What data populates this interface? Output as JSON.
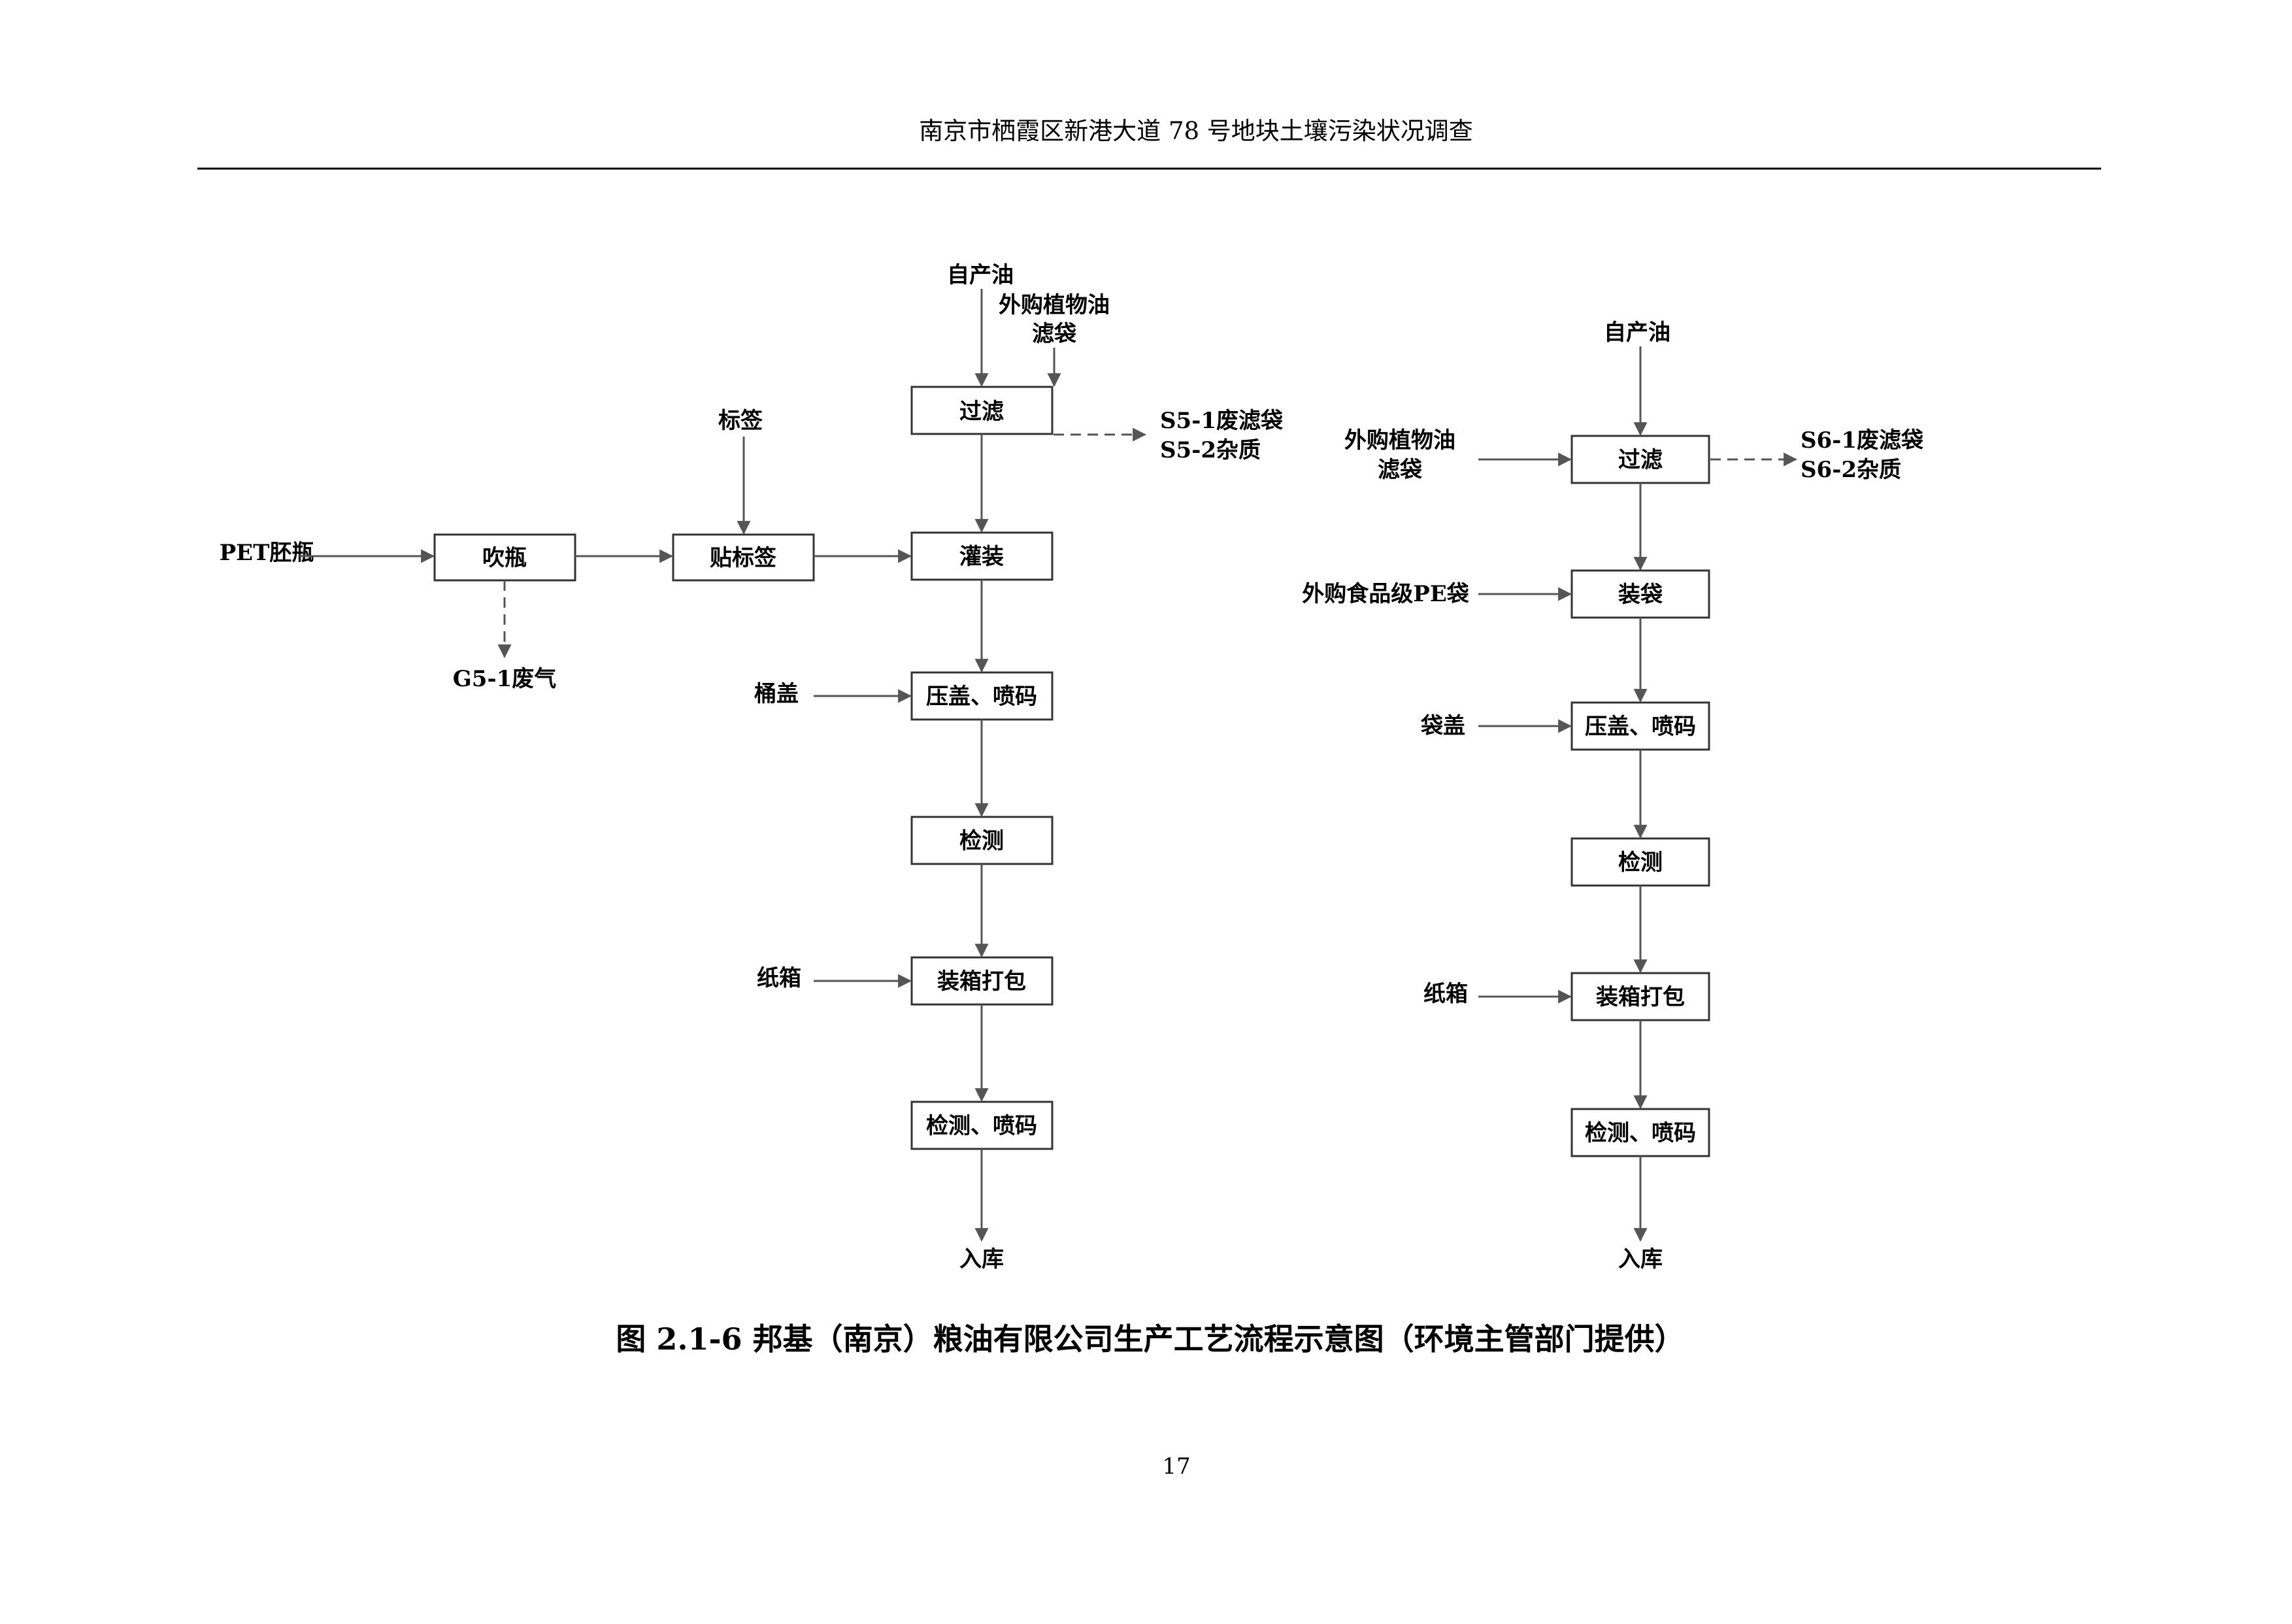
{
  "header": {
    "title": "南京市栖霞区新港大道 78 号地块土壤污染状况调查"
  },
  "left_flow": {
    "inputs": {
      "self_oil": "自产油",
      "bought_oil": "外购植物油",
      "filter_bag": "滤袋",
      "label": "标签",
      "preform": "PET胚瓶",
      "barrel_cap": "桶盖",
      "carton": "纸箱"
    },
    "boxes": {
      "filter": "过滤",
      "blow": "吹瓶",
      "labeling": "贴标签",
      "filling": "灌装",
      "capping": "压盖、喷码",
      "inspect": "检测",
      "packing": "装箱打包",
      "inspect_code": "检测、喷码"
    },
    "outputs": {
      "waste_bag": "S5-1废滤袋",
      "impurity": "S5-2杂质",
      "gas": "G5-1废气",
      "storage": "入库"
    }
  },
  "right_flow": {
    "inputs": {
      "self_oil": "自产油",
      "bought_oil": "外购植物油",
      "filter_bag": "滤袋",
      "pe_bag": "外购食品级PE袋",
      "bag_cap": "袋盖",
      "carton": "纸箱"
    },
    "boxes": {
      "filter": "过滤",
      "bagging": "装袋",
      "capping": "压盖、喷码",
      "inspect": "检测",
      "packing": "装箱打包",
      "inspect_code": "检测、喷码"
    },
    "outputs": {
      "waste_bag": "S6-1废滤袋",
      "impurity": "S6-2杂质",
      "storage": "入库"
    }
  },
  "caption": "图 2.1-6 邦基（南京）粮油有限公司生产工艺流程示意图（环境主管部门提供）",
  "page_number": "17"
}
